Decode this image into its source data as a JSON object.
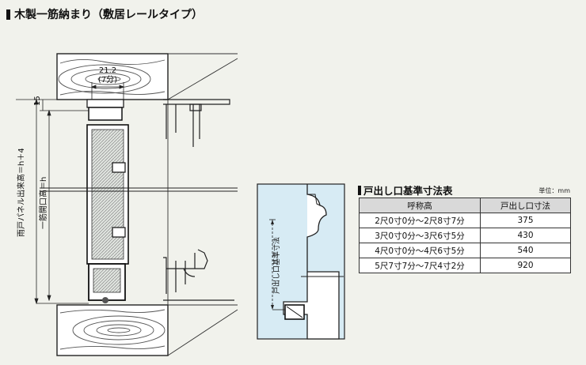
{
  "title": "木製一筋納まり（敷居レールタイプ）",
  "dimensions": {
    "top_width": "21.2",
    "top_width_sun": "(7分)",
    "offset_15": "15",
    "h_plus_4": "雨戸パネル出来高＝h＋4",
    "h": "一筋開口高＝h",
    "protrusion": "戸出し口基準寸法"
  },
  "table": {
    "title": "戸出し口基準寸法表",
    "unit": "単位：mm",
    "headers": [
      "呼称高",
      "戸出し口寸法"
    ],
    "rows": [
      [
        "2尺0寸0分～2尺8寸7分",
        "375"
      ],
      [
        "3尺0寸0分～3尺6寸5分",
        "430"
      ],
      [
        "4尺0寸0分～4尺6寸5分",
        "540"
      ],
      [
        "5尺7寸7分～7尺4寸2分",
        "920"
      ]
    ]
  }
}
